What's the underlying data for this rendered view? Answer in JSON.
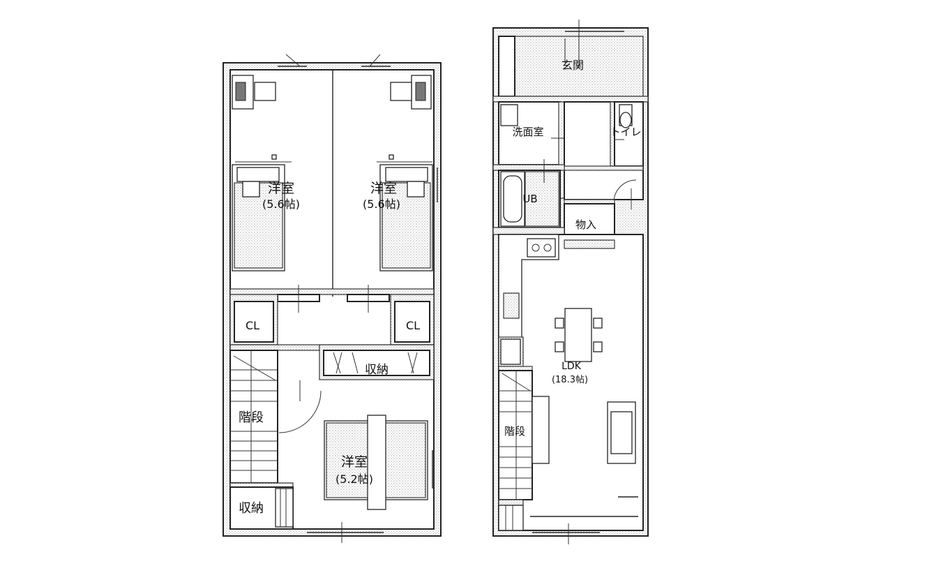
{
  "floor2": {
    "room_west": {
      "name": "洋室",
      "size": "(5.6帖)"
    },
    "room_east": {
      "name": "洋室",
      "size": "(5.6帖)"
    },
    "closet_west": "CL",
    "closet_east": "CL",
    "storage_hall": "収納",
    "stairs": "階段",
    "room_south": {
      "name": "洋室",
      "size": "(5.2帖)"
    },
    "storage_stairs": "収納"
  },
  "floor1": {
    "entrance": "玄関",
    "washroom": "洗面室",
    "toilet": "トイレ",
    "bath": "UB",
    "storage": "物入",
    "ldk": {
      "name": "LDK",
      "size": "(18.3帖)"
    },
    "stairs": "階段"
  }
}
